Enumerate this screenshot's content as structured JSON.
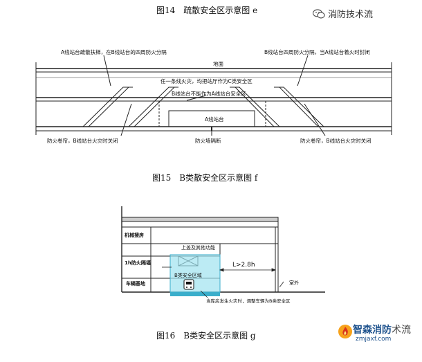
{
  "captions": {
    "fig14": "图14　疏散安全区示意图 e",
    "fig15": "图15　B类散安全区示意图 f",
    "fig16": "图16　B类安全区示意图 g"
  },
  "watermark": {
    "text": "消防技术流"
  },
  "diagram_e": {
    "labels": {
      "top_left": "A线站台疏散扶梯，在B线站台的四周防火分隔",
      "top_right": "B线站台四周防火分隔，当A线站台着火时封闭",
      "ground": "地面",
      "mid_line1": "任一条线火灾，均把站厅作为C类安全区",
      "mid_line2": "B线站台不能作为A线站台安全区",
      "platform_a": "A线站台",
      "bottom_left": "防火卷帘，B线站台火灾时关闭",
      "bottom_mid": "防火墙隔断",
      "bottom_right": "防火卷帘，B线站台火灾时关闭"
    }
  },
  "diagram_g": {
    "labels": {
      "machinery_room": "机械搜房",
      "upper_function": "上盖及其他功能",
      "fire_wall": "1h防火隔墙",
      "depot": "车辆基地",
      "safe_zone": "B类安全区域",
      "distance": "L>2.8h",
      "outdoor": "室外",
      "note": "当库房发生火灾时，调整车辆为B类安全区"
    }
  },
  "brand": {
    "name": "智森消防",
    "suffix": "术流",
    "url": "zmjaxf.com"
  }
}
